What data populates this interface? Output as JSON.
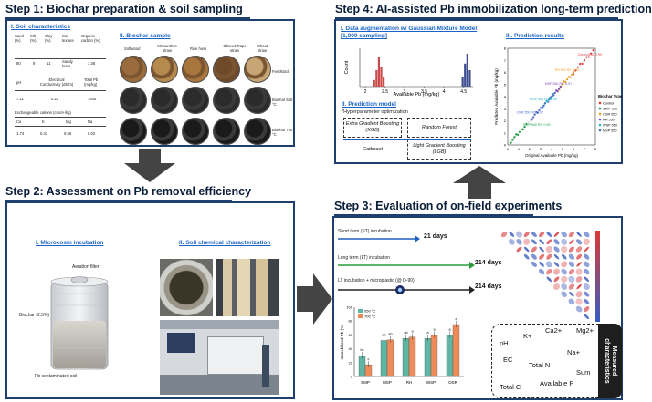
{
  "step1": {
    "title": "Step 1: Biochar preparation & soil sampling",
    "soil_section": "I. Soil characteristics",
    "soil_table1_headers": [
      "Sand (%)",
      "Silt (%)",
      "Clay (%)",
      "Soil texture",
      "Organic carbon (%)"
    ],
    "soil_table1_values": [
      "80",
      "9",
      "11",
      "Sandy loam",
      "1.36"
    ],
    "soil_table2_headers": [
      "pH",
      "Electrical Conductivity (dS/m)",
      "Total Pb (mg/kg)"
    ],
    "soil_table2_values": [
      "7.11",
      "0.22",
      "1445"
    ],
    "soil_table3_title": "Exchangeable cations (cmol+/kg)",
    "soil_table3_headers": [
      "Ca",
      "K",
      "Mg",
      "Na"
    ],
    "soil_table3_values": [
      "1.74",
      "0.43",
      "0.56",
      "0.02"
    ],
    "biochar_section": "II. Biochar sample",
    "biochar_types": [
      "Softwood",
      "Miscanthus straw",
      "Rice husk",
      "Oilseed Rape straw",
      "Wheat straw"
    ],
    "row_labels": [
      "Feedstock",
      "Biochar 550 °C",
      "Biochar 700 °C"
    ]
  },
  "step2": {
    "title": "Step 2: Assessment on Pb removal efficiency",
    "microcosm_section": "I. Microcosm incubation",
    "soil_chem_section": "II. Soil chemical  characterization",
    "labels": {
      "aeration": "Aeration filter",
      "biochar": "Biochar (2.5%)",
      "soil": "Pb contaminated soil"
    }
  },
  "step3": {
    "title": "Step 3: Evaluation of on-field experiments",
    "timeline": [
      {
        "label": "Short term (ST) incubation",
        "days": "21 days"
      },
      {
        "label": "Long term (LT) incubation",
        "days": "214 days"
      },
      {
        "label": "LT incubation + microplastic (@ D-90)",
        "days": "214 days"
      }
    ],
    "measured": "Measured characteristics",
    "characteristics": [
      "pH",
      "K+",
      "Ca2+",
      "Mg2+",
      "EC",
      "Total N",
      "Na+",
      "Total C",
      "Available P",
      "Sum"
    ]
  },
  "step4": {
    "title": "Step 4: AI-assisted Pb immobilization long-term prediction",
    "aug_section": "I. Data augmentation w/ Gaussian Mixture Model [1,000 sampling]",
    "prediction_model_section": "II. Prediction model",
    "prediction_results_section": "III. Prediction results",
    "hyperparam": "*Hyperparameter optimization",
    "models": [
      "Extra Gradient Boosting (XGB)",
      "Random Forest",
      "Catboost",
      "Light Gradient Boosting (LGB)"
    ]
  },
  "colors": {
    "frame": "#1f3f6e",
    "blue_sub": "#1c63c7",
    "bar_teal": "#5fb6a4",
    "bar_orange": "#ef8a5a"
  },
  "chart_data": [
    {
      "type": "bar",
      "title": "",
      "xlabel": "Available Pb (mg/kg)",
      "ylabel": "Count",
      "x_ticks": [
        "2",
        "2.5",
        "3",
        "3.5",
        "4",
        "4.5"
      ],
      "series": [
        {
          "values": [
            0.2,
            0.5,
            0.9,
            0.6,
            0.3
          ]
        },
        {
          "values": [
            0.3,
            0.7,
            1.0,
            0.5
          ]
        }
      ]
    },
    {
      "type": "scatter",
      "xlabel": "Original Available Pb (mg/kg)",
      "ylabel": "Predicted Available Pb (mg/kg)",
      "legend_title": "Biochar Type",
      "legend": [
        "Control",
        "SWP 550",
        "OSR 550",
        "RH 550",
        "WSP 550",
        "MSP 550"
      ],
      "annotations": [
        "Control R2: 0.99",
        "SWP 550 R2: 0.99",
        "RH 550 R2: 0.99",
        "MSP 550 R2: 0.97",
        "WSP 550 R2: 0.99",
        "OSR 550 R2: 0.97"
      ],
      "xlim": [
        0,
        8
      ],
      "ylim": [
        0,
        8
      ],
      "x_ticks": [
        "0",
        "1",
        "2",
        "3",
        "4",
        "5",
        "6",
        "7",
        "8"
      ]
    },
    {
      "type": "bar",
      "ylabel": "Immobilized Pb (%)",
      "categories": [
        "SMP",
        "MSP",
        "RH",
        "WSP",
        "OSR"
      ],
      "series": [
        {
          "name": "550 °C",
          "values": [
            30,
            52,
            55,
            55,
            60
          ]
        },
        {
          "name": "700 °C",
          "values": [
            17,
            53,
            57,
            60,
            75
          ]
        }
      ],
      "letters": [
        [
          "bc",
          "c"
        ],
        [
          "ab",
          "ab"
        ],
        [
          "ab",
          "a"
        ],
        [
          "a",
          "a"
        ],
        [
          "a",
          "a"
        ]
      ],
      "ylim": [
        0,
        100
      ]
    }
  ]
}
